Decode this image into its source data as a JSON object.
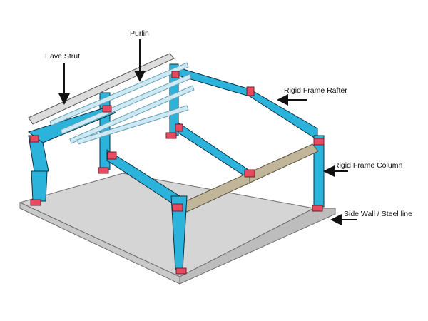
{
  "labels": {
    "eave_strut": "Eave Strut",
    "purlin": "Purlin",
    "rigid_frame_rafter": "Rigid Frame Rafter",
    "rigid_frame_column": "Rigid Frame Column",
    "side_wall": "Side Wall / Steel line"
  },
  "colors": {
    "frame": "#2bb3dc",
    "frame_edge": "#0b2f3d",
    "base_plate": "#e84a5f",
    "purlin": "#cde9f3",
    "eave_strut": "#dcdcdc",
    "floor": "#d5d5d5",
    "beam": "#c2b69a"
  }
}
